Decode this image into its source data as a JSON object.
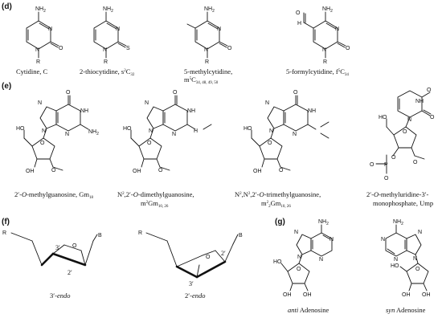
{
  "panels": {
    "d": "(d)",
    "e": "(e)",
    "f": "(f)",
    "g": "(g)"
  },
  "atoms": {
    "nh2": "NH",
    "two": "2",
    "n": "N",
    "nh": "NH",
    "o": "O",
    "s": "S",
    "r": "R",
    "h": "H",
    "oh": "OH",
    "ho": "HO",
    "ominus": "O",
    "p": "P",
    "b": "B"
  },
  "labels": {
    "cytidine": "Cytidine, C",
    "thio": "2-thiocytidine, s",
    "thio_sup": "2",
    "thio_c": "C",
    "thio_sub": "32",
    "methyl_1": "5-methylcytidine,",
    "methyl_2": "m",
    "methyl_sup": "5",
    "methyl_c": "C",
    "methyl_sub": "34, 48, 49, 50",
    "formyl": "5-formylcytidine, f",
    "formyl_sup": "5",
    "formyl_c": "C",
    "formyl_sub": "34",
    "gm_pre": "2′-",
    "gm_o": "O",
    "gm_post": "-methylguanosine, Gm",
    "gm_sub": "18",
    "dmg_pre": "N",
    "dmg_sup": "2",
    "dmg_mid": ",2′-",
    "dmg_o": "O",
    "dmg_post": "-dimethylguanosine,",
    "dmg_2a": "m",
    "dmg_2sup": "2",
    "dmg_2b": "Gm",
    "dmg_2sub": "10, 26",
    "tmg_pre": "N",
    "tmg_sup1": "2",
    "tmg_c": ",N",
    "tmg_sup2": "2",
    "tmg_mid": ",2′-",
    "tmg_o": "O",
    "tmg_post": "-trimethylguanosine,",
    "tmg_2a": "m",
    "tmg_2sup": "2",
    "tmg_2sup2": "2",
    "tmg_2b": "Gm",
    "tmg_2sub": "10, 26",
    "ump_pre": "2′-",
    "ump_o": "O",
    "ump_post": "-methyluridine-3′-",
    "ump_2": "monophosphate, Ump",
    "endo3_a": "3′-",
    "endo3_b": "endo",
    "endo2_a": "2′-",
    "endo2_b": "endo",
    "c3": "3′",
    "c2": "2′",
    "c3b": "3′",
    "c2b": "2′",
    "anti_a": "anti",
    "anti_b": " Adenosine",
    "syn_a": "syn",
    "syn_b": " Adenosine"
  }
}
